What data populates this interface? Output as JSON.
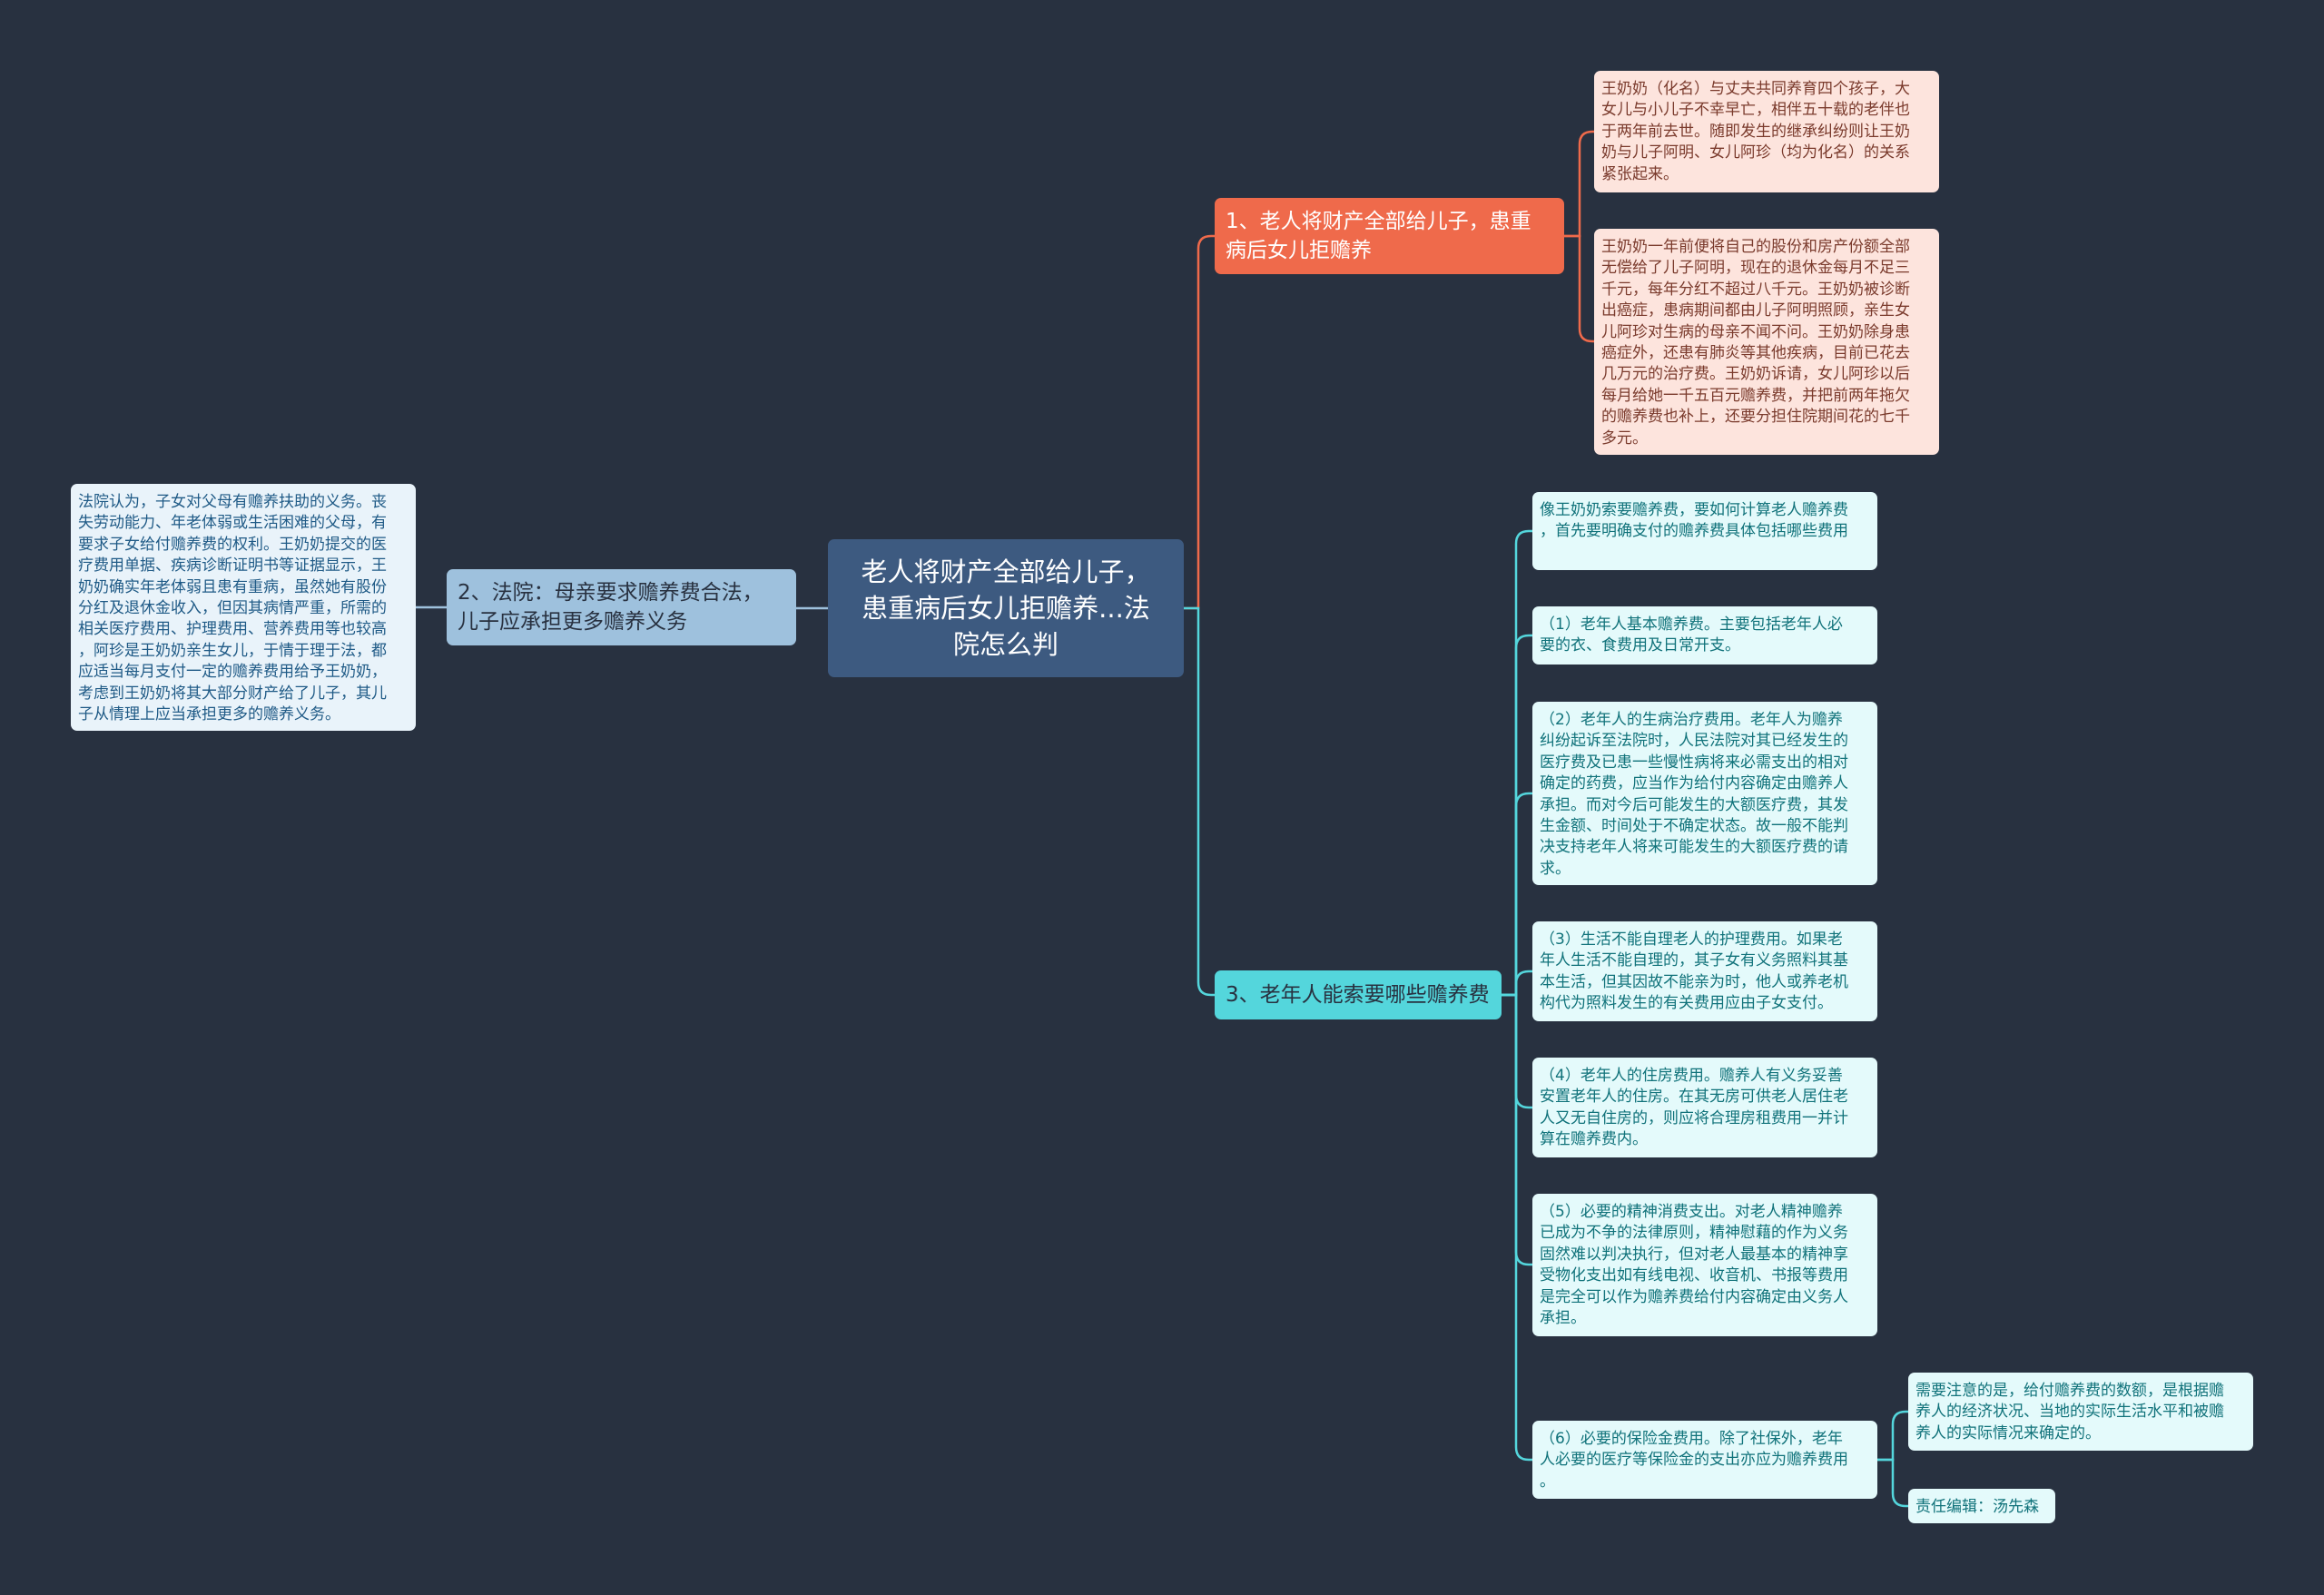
{
  "colors": {
    "background": "#283140",
    "root": "#3d5a80",
    "branch_red": "#ef6a4b",
    "branch_blue": "#9ec1dd",
    "branch_cyan": "#54d6dc",
    "link_red": "#ef6a4b",
    "link_blue": "#9ec1dd",
    "link_cyan": "#54d6dc"
  },
  "root": {
    "text": "老人将财产全部给儿子，\n患重病后女儿拒赡养...法\n院怎么判"
  },
  "branch1": {
    "title": "1、老人将财产全部给儿子，患重\n病后女儿拒赡养",
    "leaves": [
      "王奶奶（化名）与丈夫共同养育四个孩子，大\n女儿与小儿子不幸早亡，相伴五十载的老伴也\n于两年前去世。随即发生的继承纠纷则让王奶\n奶与儿子阿明、女儿阿珍（均为化名）的关系\n紧张起来。",
      "王奶奶一年前便将自己的股份和房产份额全部\n无偿给了儿子阿明，现在的退休金每月不足三\n千元，每年分红不超过八千元。王奶奶被诊断\n出癌症，患病期间都由儿子阿明照顾，亲生女\n儿阿珍对生病的母亲不闻不问。王奶奶除身患\n癌症外，还患有肺炎等其他疾病，目前已花去\n几万元的治疗费。王奶奶诉请，女儿阿珍以后\n每月给她一千五百元赡养费，并把前两年拖欠\n的赡养费也补上，还要分担住院期间花的七千\n多元。"
    ]
  },
  "branch2": {
    "title": "2、法院：母亲要求赡养费合法，\n儿子应承担更多赡养义务",
    "leaves": [
      "法院认为，子女对父母有赡养扶助的义务。丧\n失劳动能力、年老体弱或生活困难的父母，有\n要求子女给付赡养费的权利。王奶奶提交的医\n疗费用单据、疾病诊断证明书等证据显示，王\n奶奶确实年老体弱且患有重病，虽然她有股份\n分红及退休金收入，但因其病情严重，所需的\n相关医疗费用、护理费用、营养费用等也较高\n，阿珍是王奶奶亲生女儿，于情于理于法，都\n应适当每月支付一定的赡养费用给予王奶奶，\n考虑到王奶奶将其大部分财产给了儿子，其儿\n子从情理上应当承担更多的赡养义务。"
    ]
  },
  "branch3": {
    "title": "3、老年人能索要哪些赡养费",
    "leaves": [
      "像王奶奶索要赡养费，要如何计算老人赡养费\n，首先要明确支付的赡养费具体包括哪些费用",
      "（1）老年人基本赡养费。主要包括老年人必\n要的衣、食费用及日常开支。",
      "（2）老年人的生病治疗费用。老年人为赡养\n纠纷起诉至法院时，人民法院对其已经发生的\n医疗费及已患一些慢性病将来必需支出的相对\n确定的药费，应当作为给付内容确定由赡养人\n承担。而对今后可能发生的大额医疗费，其发\n生金额、时间处于不确定状态。故一般不能判\n决支持老年人将来可能发生的大额医疗费的请\n求。",
      "（3）生活不能自理老人的护理费用。如果老\n年人生活不能自理的，其子女有义务照料其基\n本生活，但其因故不能亲为时，他人或养老机\n构代为照料发生的有关费用应由子女支付。",
      "（4）老年人的住房费用。赡养人有义务妥善\n安置老年人的住房。在其无房可供老人居住老\n人又无自住房的，则应将合理房租费用一并计\n算在赡养费内。",
      "（5）必要的精神消费支出。对老人精神赡养\n已成为不争的法律原则，精神慰藉的作为义务\n固然难以判决执行，但对老人最基本的精神享\n受物化支出如有线电视、收音机、书报等费用\n是完全可以作为赡养费给付内容确定由义务人\n承担。",
      "（6）必要的保险金费用。除了社保外，老年\n人必要的医疗等保险金的支出亦应为赡养费用\n。"
    ],
    "sub_leaves": [
      "需要注意的是，给付赡养费的数额，是根据赡\n养人的经济状况、当地的实际生活水平和被赡\n养人的实际情况来确定的。",
      "责任编辑：汤先森"
    ]
  }
}
